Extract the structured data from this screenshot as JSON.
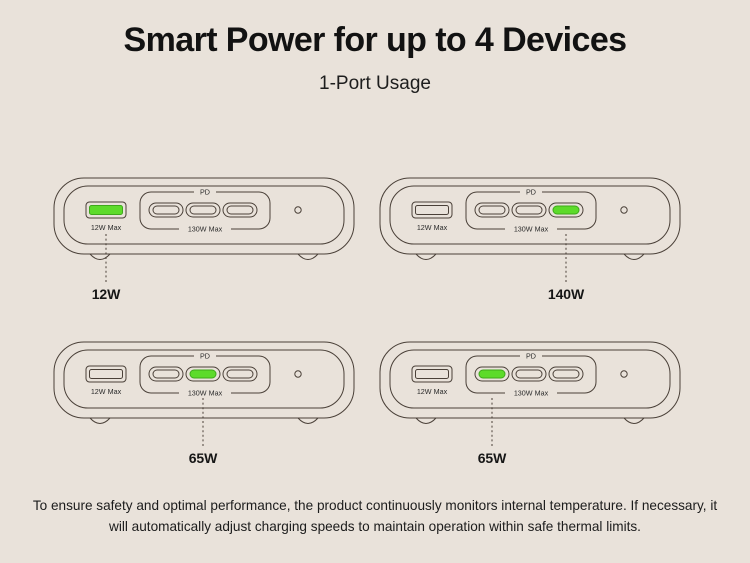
{
  "header": {
    "title": "Smart Power for up to 4 Devices",
    "subtitle": "1-Port Usage"
  },
  "labels": {
    "usb_a_max": "12W Max",
    "pd_group": "PD",
    "pd_group_max": "130W Max"
  },
  "colors": {
    "background": "#e9e2da",
    "outline": "#4a4038",
    "active_green": "#5ddb2a",
    "text": "#1b1b1b"
  },
  "devices": [
    {
      "id": "device-top-left",
      "active_port": "usb-a",
      "active_index": 0,
      "callout": "12W",
      "ports": [
        {
          "type": "usb-a",
          "label": "12W Max",
          "active": true
        },
        {
          "type": "usb-c",
          "active": false
        },
        {
          "type": "usb-c",
          "active": false
        },
        {
          "type": "usb-c",
          "active": false
        }
      ]
    },
    {
      "id": "device-top-right",
      "active_port": "usb-c-3",
      "active_index": 3,
      "callout": "140W",
      "ports": [
        {
          "type": "usb-a",
          "label": "12W Max",
          "active": false
        },
        {
          "type": "usb-c",
          "active": false
        },
        {
          "type": "usb-c",
          "active": false
        },
        {
          "type": "usb-c",
          "active": true
        }
      ]
    },
    {
      "id": "device-bottom-left",
      "active_port": "usb-c-2",
      "active_index": 2,
      "callout": "65W",
      "ports": [
        {
          "type": "usb-a",
          "label": "12W Max",
          "active": false
        },
        {
          "type": "usb-c",
          "active": false
        },
        {
          "type": "usb-c",
          "active": true
        },
        {
          "type": "usb-c",
          "active": false
        }
      ]
    },
    {
      "id": "device-bottom-right",
      "active_port": "usb-c-1",
      "active_index": 1,
      "callout": "65W",
      "ports": [
        {
          "type": "usb-a",
          "label": "12W Max",
          "active": false
        },
        {
          "type": "usb-c",
          "active": true
        },
        {
          "type": "usb-c",
          "active": false
        },
        {
          "type": "usb-c",
          "active": false
        }
      ]
    }
  ],
  "footer": {
    "text": "To ensure safety and optimal performance, the product continuously monitors internal temperature. If necessary, it will automatically adjust charging speeds to maintain operation within safe thermal limits."
  }
}
